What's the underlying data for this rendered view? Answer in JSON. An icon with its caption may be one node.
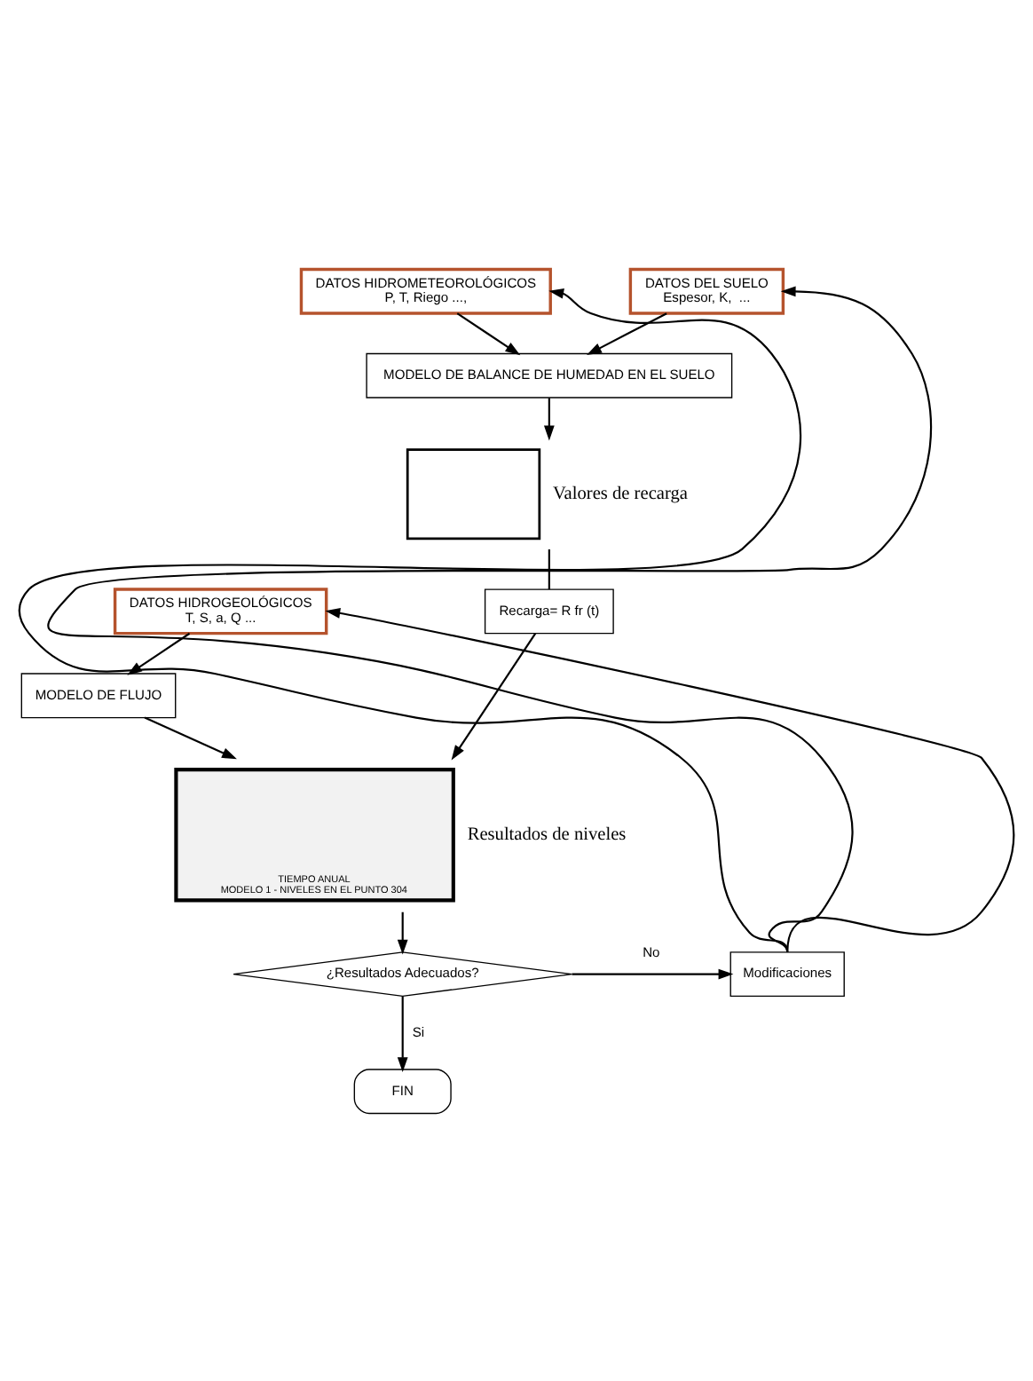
{
  "diagram": {
    "nodes": [
      {
        "text": [
          "DATOS HIDROMETEOROLÓGICOS",
          "P, T, Riego ...,"
        ]
      },
      {
        "text": [
          "DATOS DEL SUELO",
          "Espesor, K,  ..."
        ]
      },
      {
        "text": [
          "MODELO DE BALANCE DE HUMEDAD EN EL SUELO"
        ]
      },
      {
        "text": [],
        "shape": "box",
        "beside": [
          "Valores de recarga"
        ]
      },
      {
        "text": [
          "DATOS HIDROGEOLÓGICOS",
          "T, S, a, Q ..."
        ]
      },
      {
        "text": [
          "Recarga= R fr (t)"
        ]
      },
      {
        "text": [
          "MODELO DE FLUJO"
        ]
      },
      {
        "text": [
          "TIEMPO ANUAL",
          "MODELO 1 - NIVELES EN EL PUNTO 304"
        ],
        "beside": [
          "Resultados de niveles"
        ]
      },
      {
        "text": [
          "¿Resultados Adecuados?"
        ]
      },
      {
        "text": [
          "FIN"
        ]
      },
      {
        "text": [
          "Modificaciones"
        ]
      }
    ],
    "edges": [
      {
        "from": 0,
        "to": 2,
        "arrow": "to"
      },
      {
        "from": 1,
        "to": 2,
        "arrow": "to"
      },
      {
        "from": 2,
        "to": 3,
        "arrow": "to"
      },
      {
        "from": 3,
        "to": 5,
        "arrow": "none"
      },
      {
        "from": 5,
        "to": 7,
        "arrow": "to"
      },
      {
        "from": 4,
        "to": 6,
        "arrow": "to"
      },
      {
        "from": 6,
        "to": 7,
        "arrow": "to"
      },
      {
        "from": 7,
        "to": 8,
        "arrow": "to"
      },
      {
        "from": 8,
        "to": 10,
        "arrow": "to",
        "label": "No"
      },
      {
        "from": 8,
        "to": 9,
        "arrow": "to",
        "label": "Si"
      },
      {
        "from": 10,
        "to": 1,
        "arrow": "to"
      },
      {
        "from": 10,
        "to": 0,
        "arrow": "to"
      },
      {
        "from": 10,
        "to": 4,
        "arrow": "to"
      }
    ]
  }
}
